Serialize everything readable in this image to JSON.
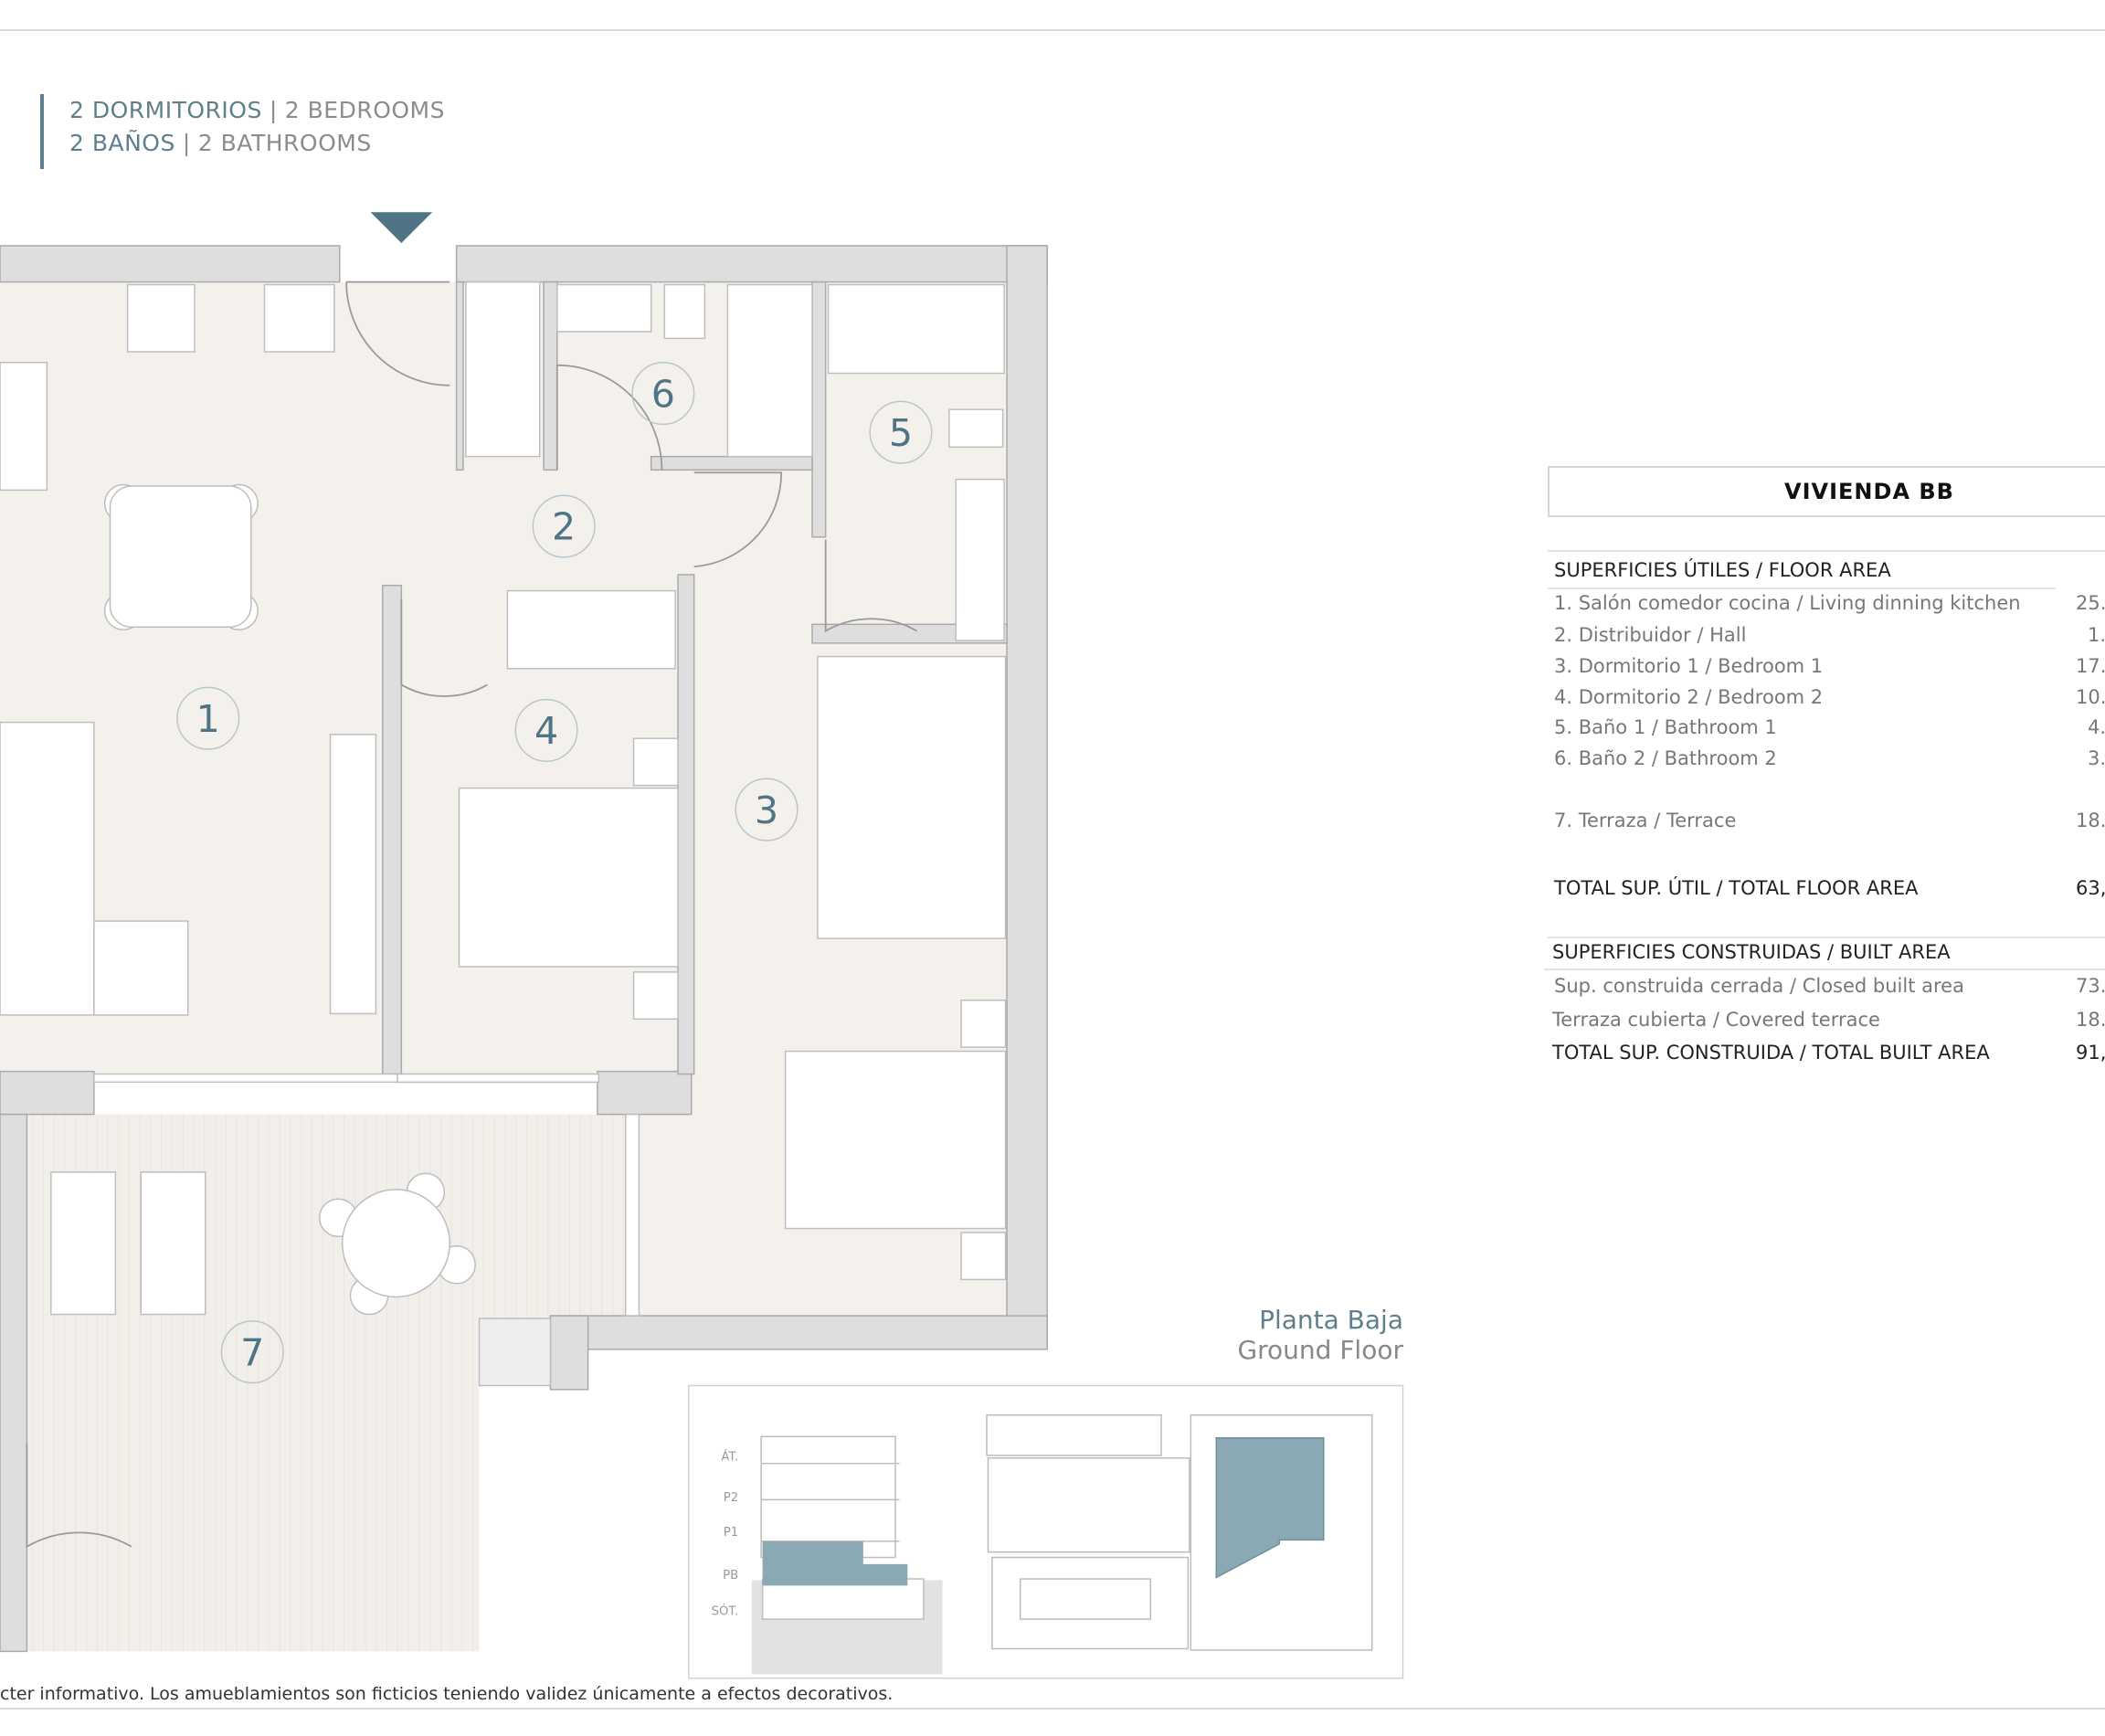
{
  "header": {
    "line1_es": "2 DORMITORIOS",
    "line1_en": "2 BEDROOMS",
    "line2_es": "2 BAÑOS",
    "line2_en": "2 BATHROOMS",
    "separator": "|"
  },
  "plan": {
    "rooms": [
      "1",
      "2",
      "3",
      "4",
      "5",
      "6",
      "7"
    ],
    "floor_es": "Planta Baja",
    "floor_en": "Ground Floor",
    "accent_color": "#5e7f8c",
    "highlight_color": "#8aa9b5"
  },
  "keyplan": {
    "levels": [
      "ÁT.",
      "P2",
      "P1",
      "PB",
      "SÓT."
    ]
  },
  "table": {
    "title": "VIVIENDA BB",
    "floor_area_heading": "SUPERFICIES ÚTILES / FLOOR AREA",
    "floor_rows": [
      {
        "label": "1. Salón comedor cocina / Living dinning kitchen",
        "value": "25."
      },
      {
        "label": "2. Distribuidor / Hall",
        "value": "1."
      },
      {
        "label": "3. Dormitorio 1 / Bedroom 1",
        "value": "17."
      },
      {
        "label": "4. Dormitorio 2 / Bedroom 2",
        "value": "10."
      },
      {
        "label": "5. Baño 1 / Bathroom 1",
        "value": "4."
      },
      {
        "label": "6. Baño 2 / Bathroom 2",
        "value": "3."
      },
      {
        "label": "7. Terraza / Terrace",
        "value": "18."
      }
    ],
    "total_floor_label": "TOTAL SUP. ÚTIL / TOTAL FLOOR AREA",
    "total_floor_value": "63,",
    "built_area_heading": "SUPERFICIES CONSTRUIDAS / BUILT AREA",
    "built_rows": [
      {
        "label": "Sup. construida cerrada / Closed built area",
        "value": "73."
      },
      {
        "label": "Terraza cubierta / Covered terrace",
        "value": "18."
      }
    ],
    "total_built_label": "TOTAL SUP. CONSTRUIDA /  TOTAL BUILT AREA",
    "total_built_value": "91,"
  },
  "footer": {
    "disclaimer": "cter informativo. Los amueblamientos son ficticios teniendo validez únicamente a efectos decorativos."
  }
}
